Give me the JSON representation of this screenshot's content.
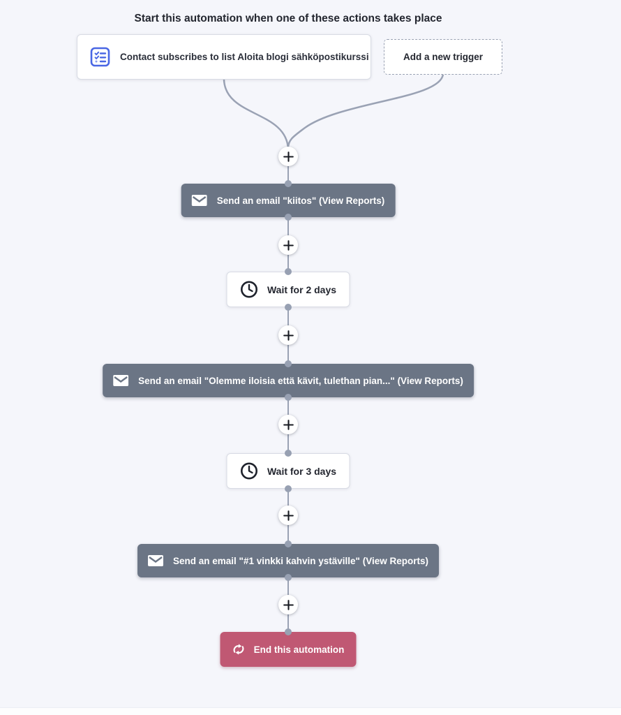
{
  "header": {
    "title": "Start this automation when one of these actions takes place"
  },
  "triggers": {
    "main": {
      "icon": "checklist-icon",
      "label": "Contact subscribes to list Aloita blogi sähköpostikurssi"
    },
    "add": {
      "label": "Add a new trigger"
    }
  },
  "flow": {
    "nodes": [
      {
        "id": "email-kiitos",
        "type": "email",
        "icon": "envelope-icon",
        "label": "Send an email \"kiitos\" (View Reports)"
      },
      {
        "id": "wait-2-days",
        "type": "wait",
        "icon": "clock-icon",
        "label": "Wait for 2 days"
      },
      {
        "id": "email-olemme",
        "type": "email",
        "icon": "envelope-icon",
        "label": "Send an email \"Olemme iloisia että kävit, tulethan pian...\" (View Reports)"
      },
      {
        "id": "wait-3-days",
        "type": "wait",
        "icon": "clock-icon",
        "label": "Wait for 3 days"
      },
      {
        "id": "email-vinkki",
        "type": "email",
        "icon": "envelope-icon",
        "label": "Send an email \"#1 vinkki kahvin ystäville\" (View Reports)"
      },
      {
        "id": "end-automation",
        "type": "end",
        "icon": "sync-arrows-icon",
        "label": "End this automation"
      }
    ],
    "add_step_count": 6
  },
  "colors": {
    "background": "#f5f6fb",
    "email_node": "#6b7585",
    "end_node": "#c05873",
    "connector": "#9aa2b4",
    "trigger_icon_blue": "#4a67e4",
    "node_border": "#d8dbe4",
    "text_dark": "#23262f",
    "text_light": "#ffffff"
  }
}
